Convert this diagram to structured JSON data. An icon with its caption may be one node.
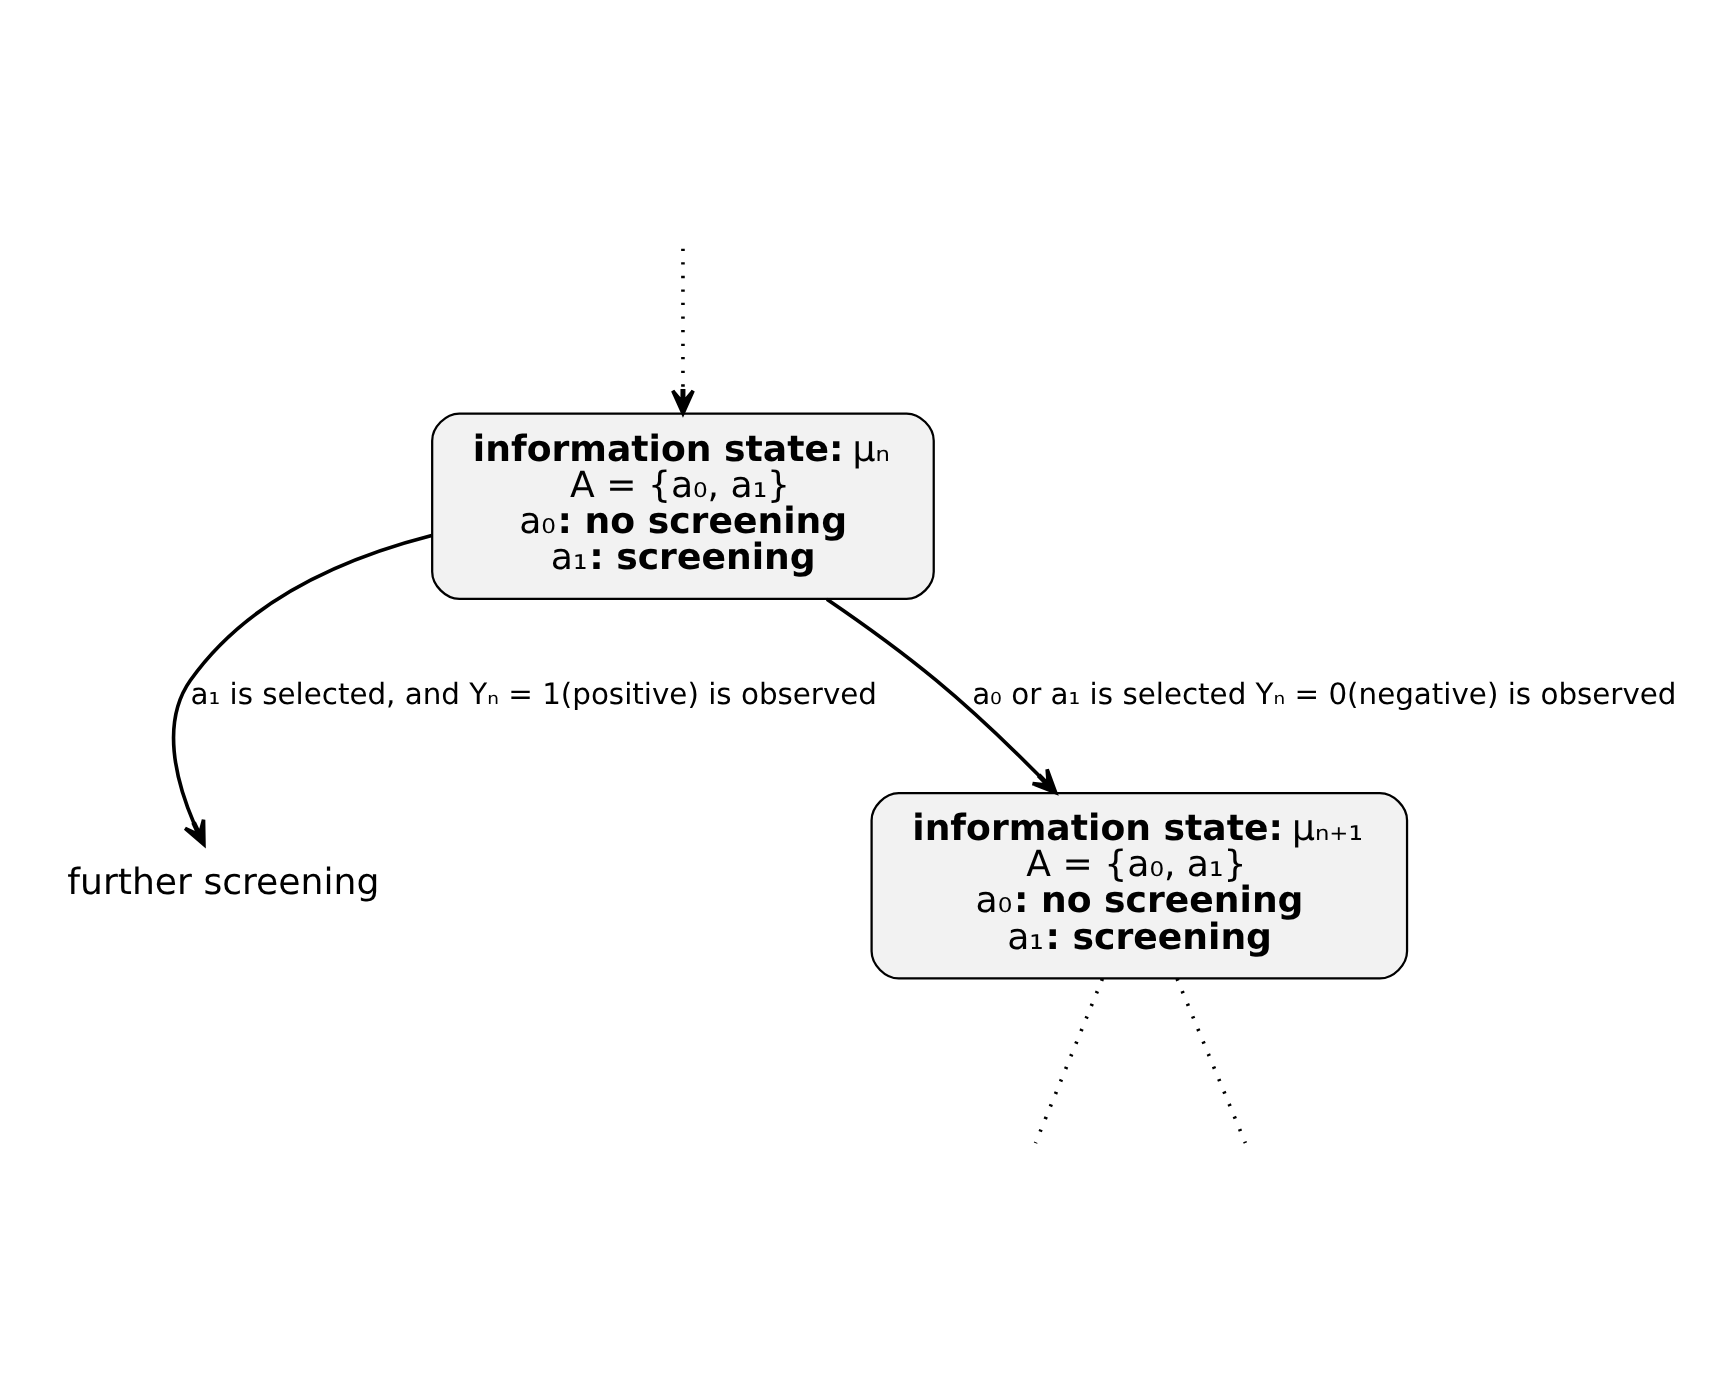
{
  "diagram": {
    "nodes": [
      {
        "text": [
          "**information state:** μₙ",
          "A = {a₀, a₁}",
          "a₀**: no screening**",
          "a₁**: screening**"
        ]
      },
      {
        "text": [
          "further screening"
        ]
      },
      {
        "text": [
          "**information state:** μₙ₊₁",
          "A = {a₀, a₁}",
          "a₀**: no screening**",
          "a₁**: screening**"
        ]
      }
    ],
    "edges": [
      {
        "from": null,
        "to": 0,
        "arrow": "to",
        "style": "dashed"
      },
      {
        "from": 0,
        "to": 1,
        "arrow": "to",
        "label": "a₁ is selected, and Yₙ = 1(positive) is observed"
      },
      {
        "from": 0,
        "to": 2,
        "arrow": "to",
        "label": "a₀ or a₁ is selected Yₙ = 0(negative) is observed"
      },
      {
        "from": 2,
        "to": null,
        "arrow": "none",
        "style": "dashed"
      },
      {
        "from": 2,
        "to": null,
        "arrow": "none",
        "style": "dashed"
      }
    ]
  }
}
